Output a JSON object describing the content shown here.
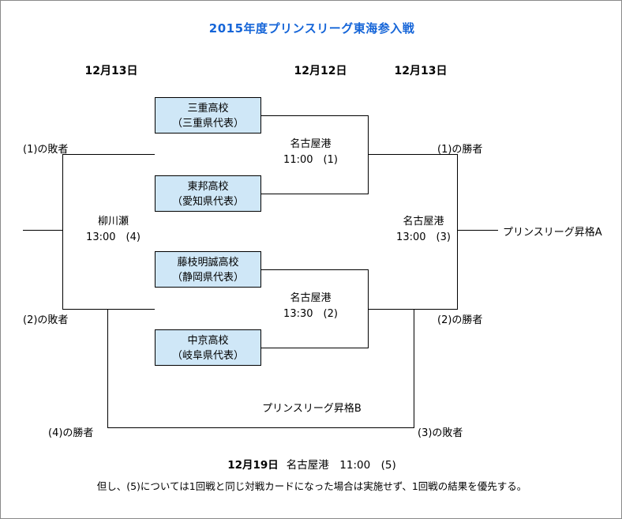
{
  "title": "2015年度プリンスリーグ東海参入戦",
  "accent_color": "#1565d8",
  "box_fill_color": "#cfe7f7",
  "date_headers": [
    {
      "label": "12月13日"
    },
    {
      "label": "12月12日"
    },
    {
      "label": "12月13日"
    }
  ],
  "teams": [
    {
      "name": "三重高校",
      "rep": "（三重県代表）"
    },
    {
      "name": "東邦高校",
      "rep": "（愛知県代表）"
    },
    {
      "name": "藤枝明誠高校",
      "rep": "（静岡県代表）"
    },
    {
      "name": "中京高校",
      "rep": "（岐阜県代表）"
    }
  ],
  "matches": [
    {
      "venue": "名古屋港",
      "time": "11:00　(1)"
    },
    {
      "venue": "名古屋港",
      "time": "13:30　(2)"
    },
    {
      "venue": "名古屋港",
      "time": "13:00　(3)"
    },
    {
      "venue": "柳川瀬",
      "time": "13:00　(4)"
    }
  ],
  "labels": {
    "loser1": "(1)の敗者",
    "loser2": "(2)の敗者",
    "winner1": "(1)の勝者",
    "winner2": "(2)の勝者",
    "winner4": "(4)の勝者",
    "loser3": "(3)の敗者"
  },
  "promotions": {
    "a": "プリンスリーグ昇格A",
    "b": "プリンスリーグ昇格B"
  },
  "footer": {
    "date": "12月19日",
    "detail": "名古屋港　11:00　(5)",
    "note": "但し、(5)については1回戦と同じ対戦カードになった場合は実施せず、1回戦の結果を優先する。"
  }
}
